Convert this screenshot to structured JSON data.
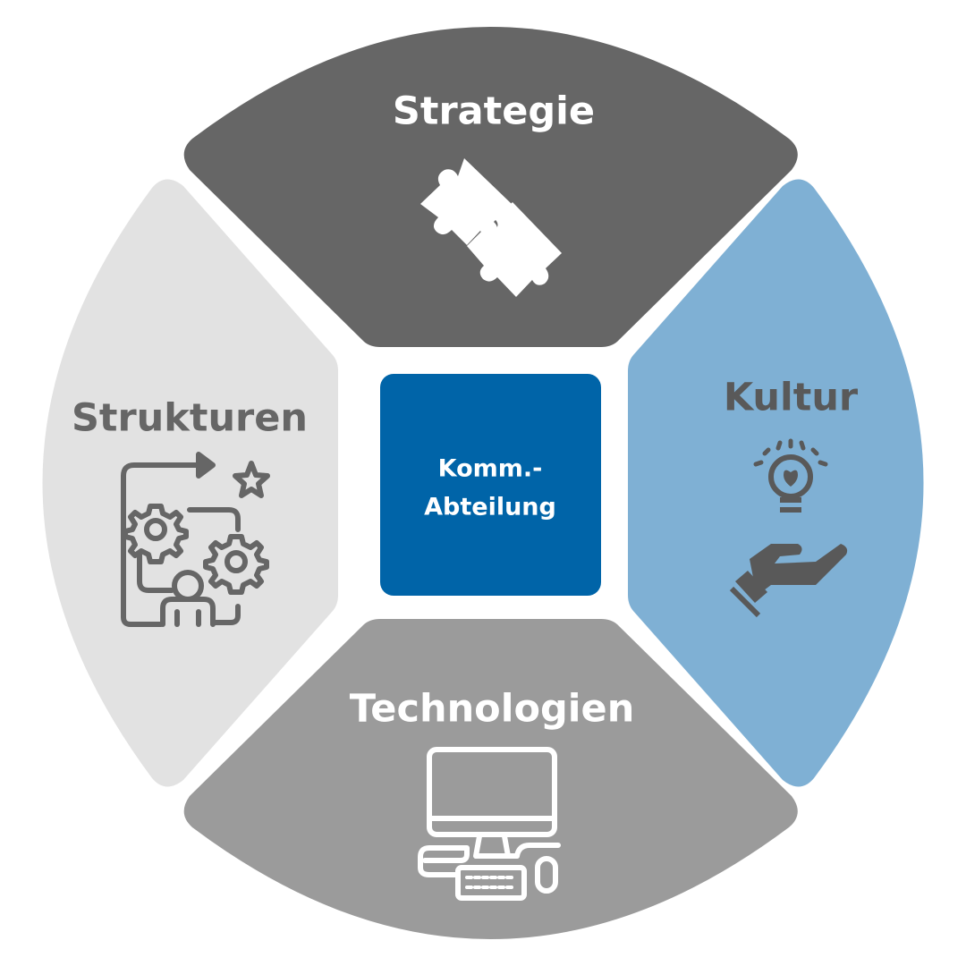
{
  "segments": {
    "top": {
      "label": "Strategie",
      "icon": "puzzle-icon",
      "fill": "#666666",
      "text_color": "#ffffff"
    },
    "right": {
      "label": "Kultur",
      "icon": "idea-hand-icon",
      "fill": "#7fb0d4",
      "text_color": "#595959"
    },
    "bottom": {
      "label": "Technologien",
      "icon": "computer-icon",
      "fill": "#9b9b9b",
      "text_color": "#ffffff"
    },
    "left": {
      "label": "Strukturen",
      "icon": "structure-icon",
      "fill": "#e2e2e2",
      "text_color": "#666666"
    }
  },
  "center": {
    "line1": "Komm.-",
    "line2": "Abteilung",
    "fill": "#0064a8",
    "text_color": "#ffffff"
  }
}
